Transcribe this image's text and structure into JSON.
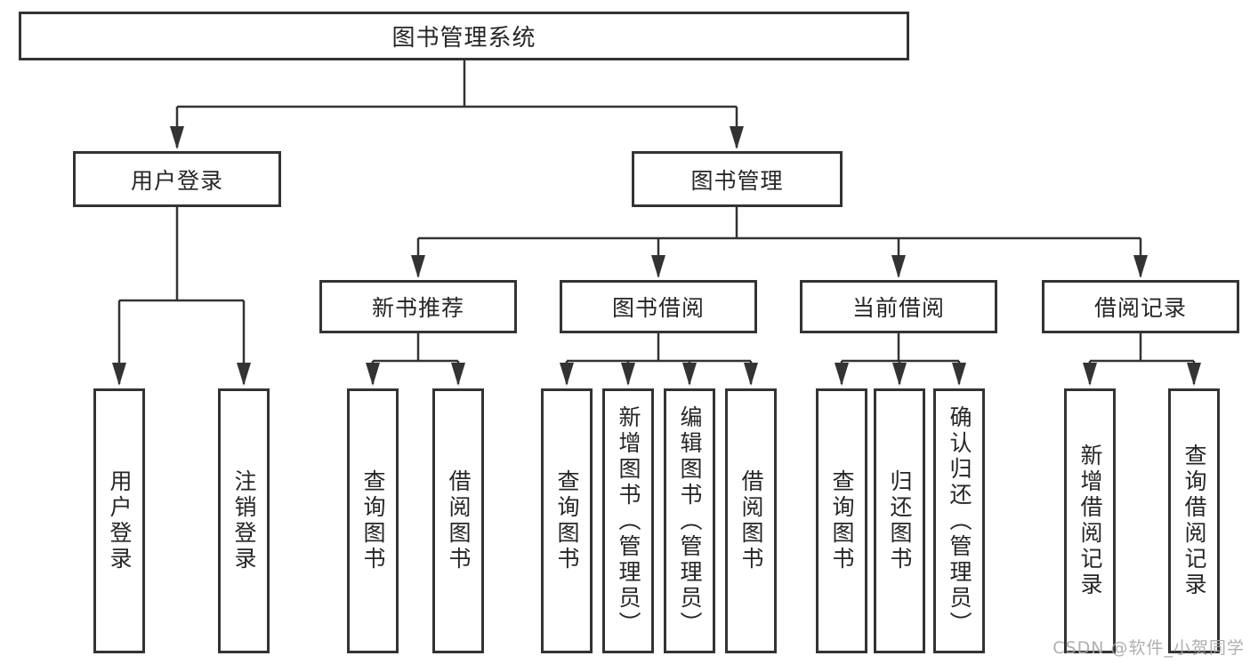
{
  "diagram": {
    "root": "图书管理系统",
    "branches": [
      {
        "label": "用户登录",
        "children": [
          "用户登录",
          "注销登录"
        ]
      },
      {
        "label": "图书管理",
        "groups": [
          {
            "label": "新书推荐",
            "children": [
              "查询图书",
              "借阅图书"
            ]
          },
          {
            "label": "图书借阅",
            "children": [
              "查询图书",
              "新增图书（管理员）",
              "编辑图书（管理员）",
              "借阅图书"
            ]
          },
          {
            "label": "当前借阅",
            "children": [
              "查询图书",
              "归还图书",
              "确认归还（管理员）"
            ]
          },
          {
            "label": "借阅记录",
            "children": [
              "新增借阅记录",
              "查询借阅记录"
            ]
          }
        ]
      }
    ],
    "colors": {
      "line": "#333333",
      "box_border": "#333333",
      "text": "#262626",
      "background": "#ffffff",
      "watermark": "#a8a8a8"
    },
    "watermark": "CSDN @软件_小贺同学"
  }
}
